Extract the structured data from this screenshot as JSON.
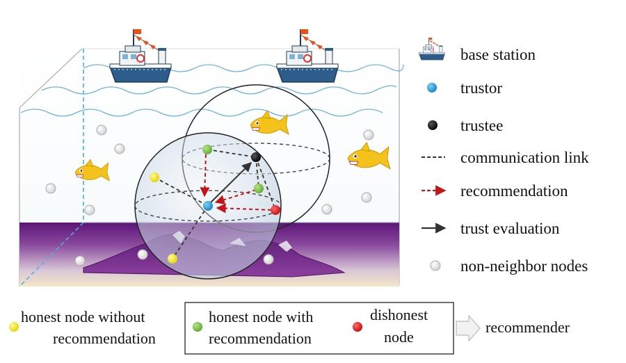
{
  "legend": {
    "items": [
      {
        "key": "base_station",
        "label": "base station",
        "icon": "boat-icon"
      },
      {
        "key": "trustor",
        "label": "trustor",
        "icon": "blue-dot-icon"
      },
      {
        "key": "trustee",
        "label": "trustee",
        "icon": "black-dot-icon"
      },
      {
        "key": "communication_link",
        "label": "communication link",
        "icon": "dashed-line-icon"
      },
      {
        "key": "recommendation",
        "label": "recommendation",
        "icon": "red-dashed-arrow-icon"
      },
      {
        "key": "trust_evaluation",
        "label": "trust evaluation",
        "icon": "dark-arrow-icon"
      },
      {
        "key": "non_neighbor",
        "label": "non-neighbor nodes",
        "icon": "white-dot-icon"
      }
    ]
  },
  "bottom_legend": {
    "honest_without": [
      "honest node without",
      "recommendation"
    ],
    "honest_with": [
      "honest node with",
      "recommendation"
    ],
    "dishonest": [
      "dishonest",
      "node"
    ],
    "recommender": "recommender"
  },
  "colors": {
    "trustor": "#1e9bd7",
    "trustee": "#000000",
    "honest_without": "#f2e600",
    "honest_with": "#7dc242",
    "dishonest": "#e0141b",
    "recommendation": "#c0161c",
    "trust_eval": "#333333",
    "water_line": "#4ab3d9",
    "seabed": "#7b2a8f",
    "fish": "#f4c21a",
    "boat_hull": "#2e5d8c"
  }
}
